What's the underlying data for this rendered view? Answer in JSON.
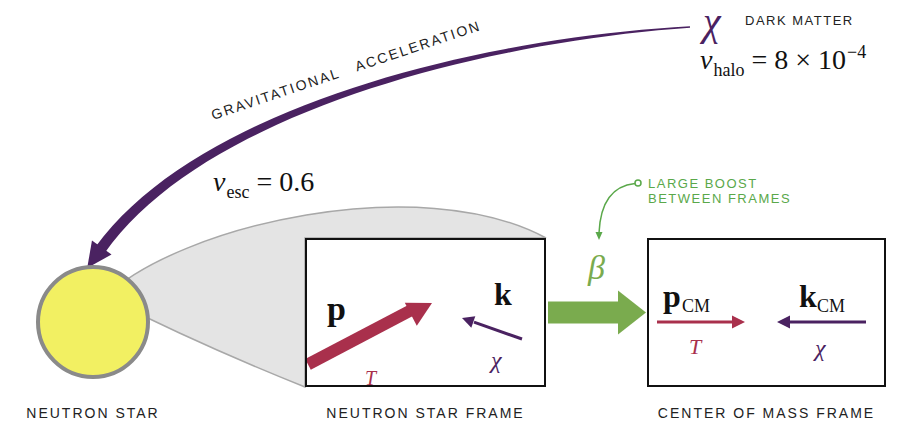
{
  "diagram": {
    "nodes": [
      {
        "text": [
          "NEUTRON STAR"
        ]
      },
      {
        "text": [
          "NEUTRON STAR FRAME",
          "p",
          "T",
          "k",
          "χ"
        ]
      },
      {
        "text": [
          "CENTER OF MASS FRAME",
          "p",
          "CM",
          "T",
          "k",
          "CM",
          "χ"
        ]
      }
    ],
    "edges": [
      {
        "from": 1,
        "to": 2,
        "arrow": "to",
        "label": "β"
      }
    ],
    "labels": [
      "χ",
      "DARK MATTER",
      "v",
      "halo",
      "= 8 × 10",
      "−4",
      "GRAVITATIONAL ACCELERATION",
      "v",
      "esc",
      "= 0.6",
      "LARGE BOOST BETWEEN FRAMES"
    ]
  }
}
